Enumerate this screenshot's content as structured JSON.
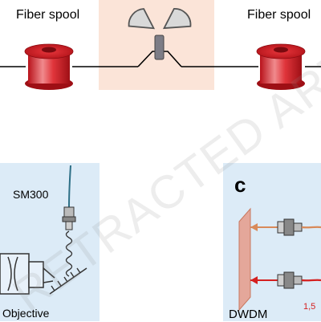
{
  "labels": {
    "fiber_spool_left": "Fiber spool",
    "fiber_spool_right": "Fiber spool",
    "sm300": "SM300",
    "objective": "Objective",
    "panel_c": "c",
    "dwdm": "DWDM",
    "red_number": "1,5"
  },
  "watermark": "RETRACTED ARTICLE",
  "colors": {
    "center_box": "#fbe4d8",
    "panel_b_bg": "#dcebf7",
    "panel_c_bg": "#dcebf7",
    "spool_red": "#d4262b",
    "orange_beam": "#d88a5a",
    "red_beam": "#d42020",
    "dwdm_filter": "#e4a79a"
  }
}
